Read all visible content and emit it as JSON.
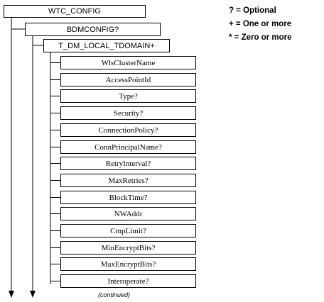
{
  "legend": {
    "optional": "? = Optional",
    "one_or_more": "+ = One or more",
    "zero_or_more": "* = Zero or more"
  },
  "hierarchy": {
    "root": "WTC_CONFIG",
    "level1": "BDMCONFIG?",
    "level2": "T_DM_LOCAL_TDOMAIN+",
    "children": [
      "WlsClusterName",
      "AccessPointId",
      "Type?",
      "Security?",
      "ConnectionPolicy?",
      "ConnPrincipalName?",
      "RetryInterval?",
      "MaxRetries?",
      "BlockTime?",
      "NWAddr",
      "CmpLimit?",
      "MinEncryptBits?",
      "MaxEncryptBits?",
      "Interoperate?"
    ]
  },
  "footer": {
    "continued": "(continued)"
  }
}
